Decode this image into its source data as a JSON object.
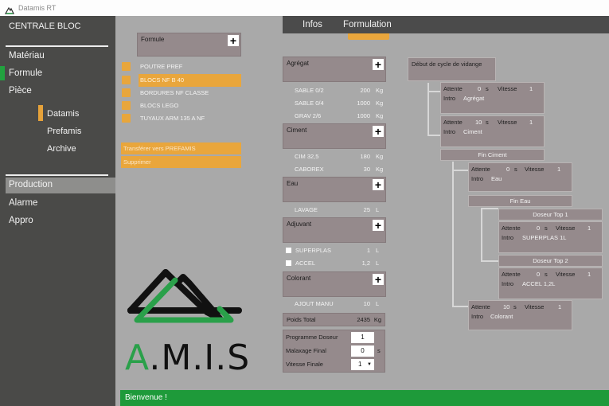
{
  "window": {
    "title": "Datamis RT"
  },
  "sidebar": {
    "header": "CENTRALE BLOC",
    "items": [
      {
        "label": "Matériau"
      },
      {
        "label": "Formule",
        "active": true
      },
      {
        "label": "Pièce"
      }
    ],
    "sub_items": [
      {
        "label": "Datamis",
        "active": true
      },
      {
        "label": "Prefamis"
      },
      {
        "label": "Archive"
      }
    ],
    "bottom_items": [
      {
        "label": "Production",
        "selected": true
      },
      {
        "label": "Alarme"
      },
      {
        "label": "Appro"
      }
    ]
  },
  "tabs": [
    {
      "label": "Infos"
    },
    {
      "label": "Formulation",
      "active": true
    }
  ],
  "formule": {
    "header": "Formule",
    "add_label": "+",
    "items": [
      {
        "label": "POUTRE PREF"
      },
      {
        "label": "BLOCS NF B 40",
        "selected": true
      },
      {
        "label": "BORDURES NF CLASSE"
      },
      {
        "label": "BLOCS LEGO"
      },
      {
        "label": "TUYAUX ARM 135 A NF"
      }
    ],
    "actions": [
      {
        "label": "Transférer vers PREFAMIS"
      },
      {
        "label": "Supprimer"
      }
    ]
  },
  "composition": {
    "agregat": {
      "header": "Agrégat",
      "rows": [
        {
          "name": "SABLE 0/2",
          "value": "200",
          "unit": "Kg"
        },
        {
          "name": "SABLE 0/4",
          "value": "1000",
          "unit": "Kg"
        },
        {
          "name": "GRAV 2/6",
          "value": "1000",
          "unit": "Kg"
        }
      ]
    },
    "ciment": {
      "header": "Ciment",
      "rows": [
        {
          "name": "CIM 32,5",
          "value": "180",
          "unit": "Kg"
        },
        {
          "name": "CABOREX",
          "value": "30",
          "unit": "Kg"
        }
      ]
    },
    "eau": {
      "header": "Eau",
      "rows": [
        {
          "name": "LAVAGE",
          "value": "25",
          "unit": "L"
        }
      ]
    },
    "adjuvant": {
      "header": "Adjuvant",
      "rows": [
        {
          "name": "SUPERPLAS",
          "value": "1",
          "unit": "L",
          "checked": false
        },
        {
          "name": "ACCEL",
          "value": "1,2",
          "unit": "L",
          "checked": false
        }
      ]
    },
    "colorant": {
      "header": "Colorant",
      "rows": [
        {
          "name": "AJOUT MANU",
          "value": "10",
          "unit": "L"
        }
      ]
    },
    "poids_total": {
      "label": "Poids Total",
      "value": "2435",
      "unit": "Kg"
    },
    "settings": {
      "programme_doseur": {
        "label": "Programme Doseur",
        "value": "1"
      },
      "malaxage_final": {
        "label": "Malaxage Final",
        "value": "0",
        "unit": "s"
      },
      "vitesse_finale": {
        "label": "Vitesse Finale",
        "value": "1"
      }
    }
  },
  "cycle": {
    "start": "Début de cycle de vidange",
    "attente_label": "Attente",
    "vitesse_label": "Vitesse",
    "intro_label": "Intro",
    "sec_unit": "s",
    "steps": [
      {
        "attente": "0",
        "vitesse": "1",
        "intro": "Agrégat"
      },
      {
        "attente": "10",
        "vitesse": "1",
        "intro": "Ciment"
      },
      {
        "attente": "0",
        "vitesse": "1",
        "intro": "Eau"
      },
      {
        "attente": "0",
        "vitesse": "1",
        "intro": "SUPERPLAS 1L"
      },
      {
        "attente": "0",
        "vitesse": "1",
        "intro": "ACCEL 1,2L"
      },
      {
        "attente": "10",
        "vitesse": "1",
        "intro": "Colorant"
      }
    ],
    "markers": {
      "fin_ciment": "Fin Ciment",
      "fin_eau": "Fin Eau",
      "doseur_top_1": "Doseur Top 1",
      "doseur_top_2": "Doseur Top 2"
    }
  },
  "logo": {
    "text_a": "A",
    "text_rest": ".M.I.S"
  },
  "status": {
    "message": "Bienvenue !"
  },
  "colors": {
    "accent": "#e9a63c",
    "green": "#1e9a3a",
    "sidebar": "#4a4a48",
    "panel": "#958a8c"
  }
}
